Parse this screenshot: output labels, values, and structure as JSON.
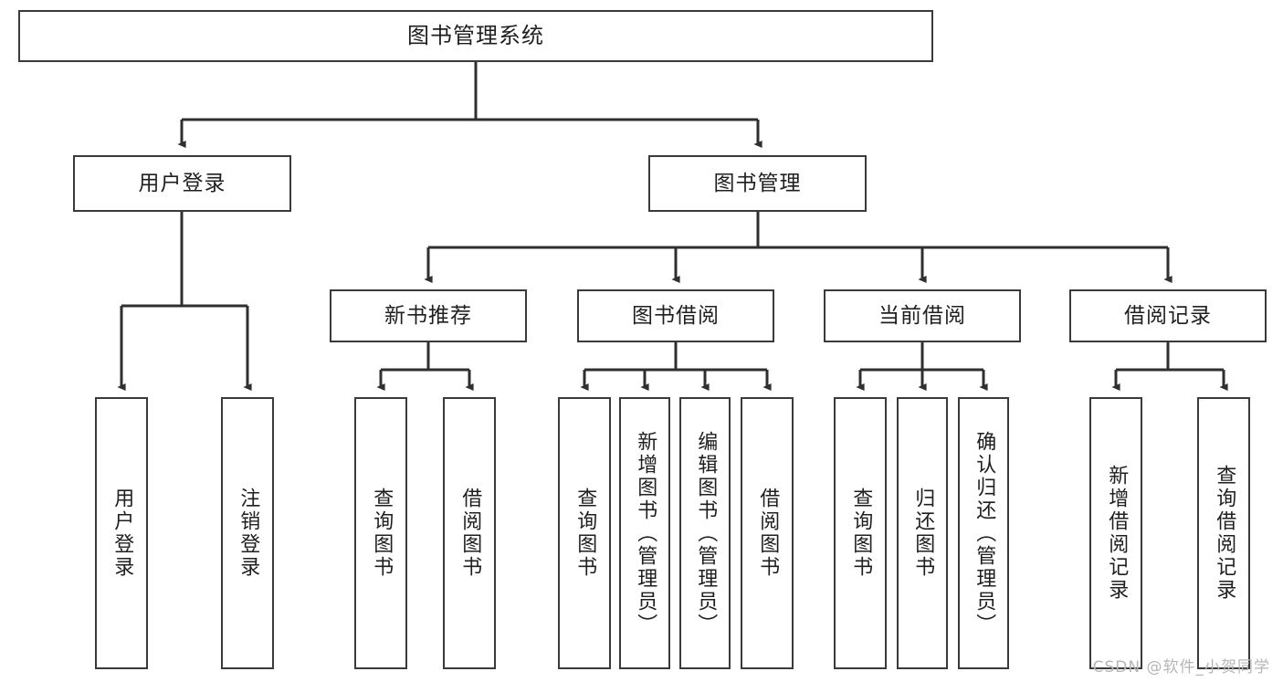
{
  "diagram": {
    "title": "图书管理系统",
    "type": "functional-structure-tree",
    "watermark": "CSDN @软件_小贺同学",
    "colors": {
      "box_border": "#3a3a3a",
      "box_fill": "#ffffff",
      "edge": "#2f2f2f",
      "text": "#1f1f1f",
      "watermark": "#b6b6b6",
      "background": "#ffffff"
    }
  },
  "nodes": {
    "root": {
      "label": "图书管理系统",
      "level": 0
    },
    "l1": [
      {
        "id": "user_login",
        "label": "用户登录",
        "level": 1
      },
      {
        "id": "book_manage",
        "label": "图书管理",
        "level": 1
      }
    ],
    "l2": [
      {
        "id": "new_book_rec",
        "label": "新书推荐",
        "level": 2,
        "parent": "book_manage"
      },
      {
        "id": "book_borrow",
        "label": "图书借阅",
        "level": 2,
        "parent": "book_manage"
      },
      {
        "id": "current_borrow",
        "label": "当前借阅",
        "level": 2,
        "parent": "book_manage"
      },
      {
        "id": "borrow_record",
        "label": "借阅记录",
        "level": 2,
        "parent": "book_manage"
      }
    ],
    "leaves": [
      {
        "id": "leaf_user_login",
        "label": "用户登录",
        "parent": "user_login"
      },
      {
        "id": "leaf_user_logout",
        "label": "注销登录",
        "parent": "user_login"
      },
      {
        "id": "leaf_nbr_query",
        "label": "查询图书",
        "parent": "new_book_rec"
      },
      {
        "id": "leaf_nbr_borrow",
        "label": "借阅图书",
        "parent": "new_book_rec"
      },
      {
        "id": "leaf_bb_query",
        "label": "查询图书",
        "parent": "book_borrow"
      },
      {
        "id": "leaf_bb_add",
        "label": "新增图书（管理员）",
        "parent": "book_borrow"
      },
      {
        "id": "leaf_bb_edit",
        "label": "编辑图书（管理员）",
        "parent": "book_borrow"
      },
      {
        "id": "leaf_bb_borrow",
        "label": "借阅图书",
        "parent": "book_borrow"
      },
      {
        "id": "leaf_cb_query",
        "label": "查询图书",
        "parent": "current_borrow"
      },
      {
        "id": "leaf_cb_return",
        "label": "归还图书",
        "parent": "current_borrow"
      },
      {
        "id": "leaf_cb_confirm",
        "label": "确认归还（管理员）",
        "parent": "current_borrow"
      },
      {
        "id": "leaf_br_add",
        "label": "新增借阅记录",
        "parent": "borrow_record"
      },
      {
        "id": "leaf_br_query",
        "label": "查询借阅记录",
        "parent": "borrow_record"
      }
    ]
  }
}
